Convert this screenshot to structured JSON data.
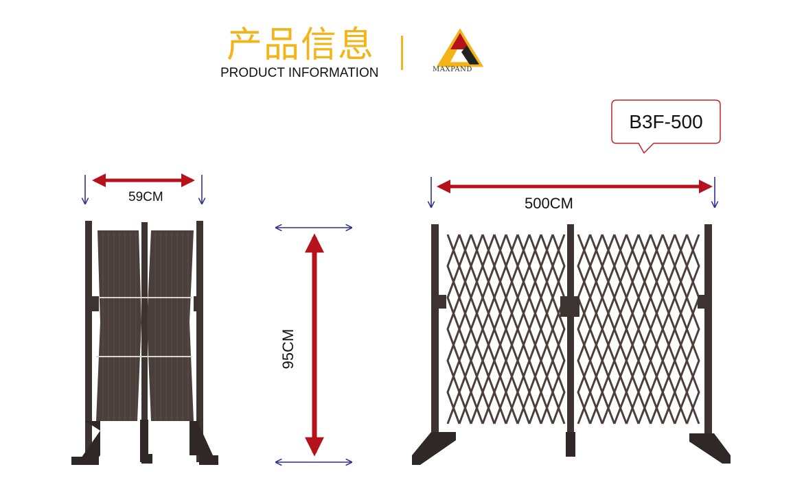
{
  "header": {
    "title_cn": "产品信息",
    "title_en": "PRODUCT INFORMATION",
    "brand": "MAXPAND"
  },
  "model": {
    "name": "B3F-500"
  },
  "dimensions": {
    "folded_width": "59CM",
    "height": "95CM",
    "extended_width": "500CM"
  },
  "colors": {
    "accent_gold": "#f2b418",
    "arrow_red": "#b5121b",
    "arrow_blue": "#2e2f8f",
    "gate_brown": "#4a3f3a"
  }
}
